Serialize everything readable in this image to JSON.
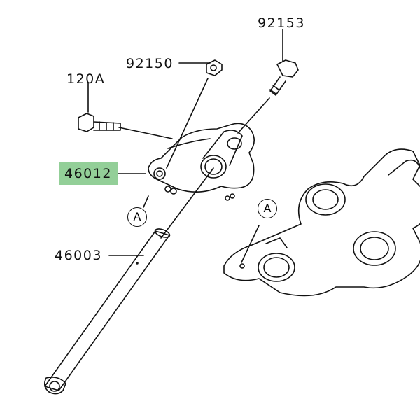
{
  "parts": {
    "p92153": "92153",
    "p92150": "92150",
    "p120A": "120A",
    "p46012": "46012",
    "p46003": "46003"
  },
  "refs": {
    "a1": "A",
    "a2": "A"
  },
  "colors": {
    "highlight": "#93cf98",
    "line": "#111111"
  }
}
